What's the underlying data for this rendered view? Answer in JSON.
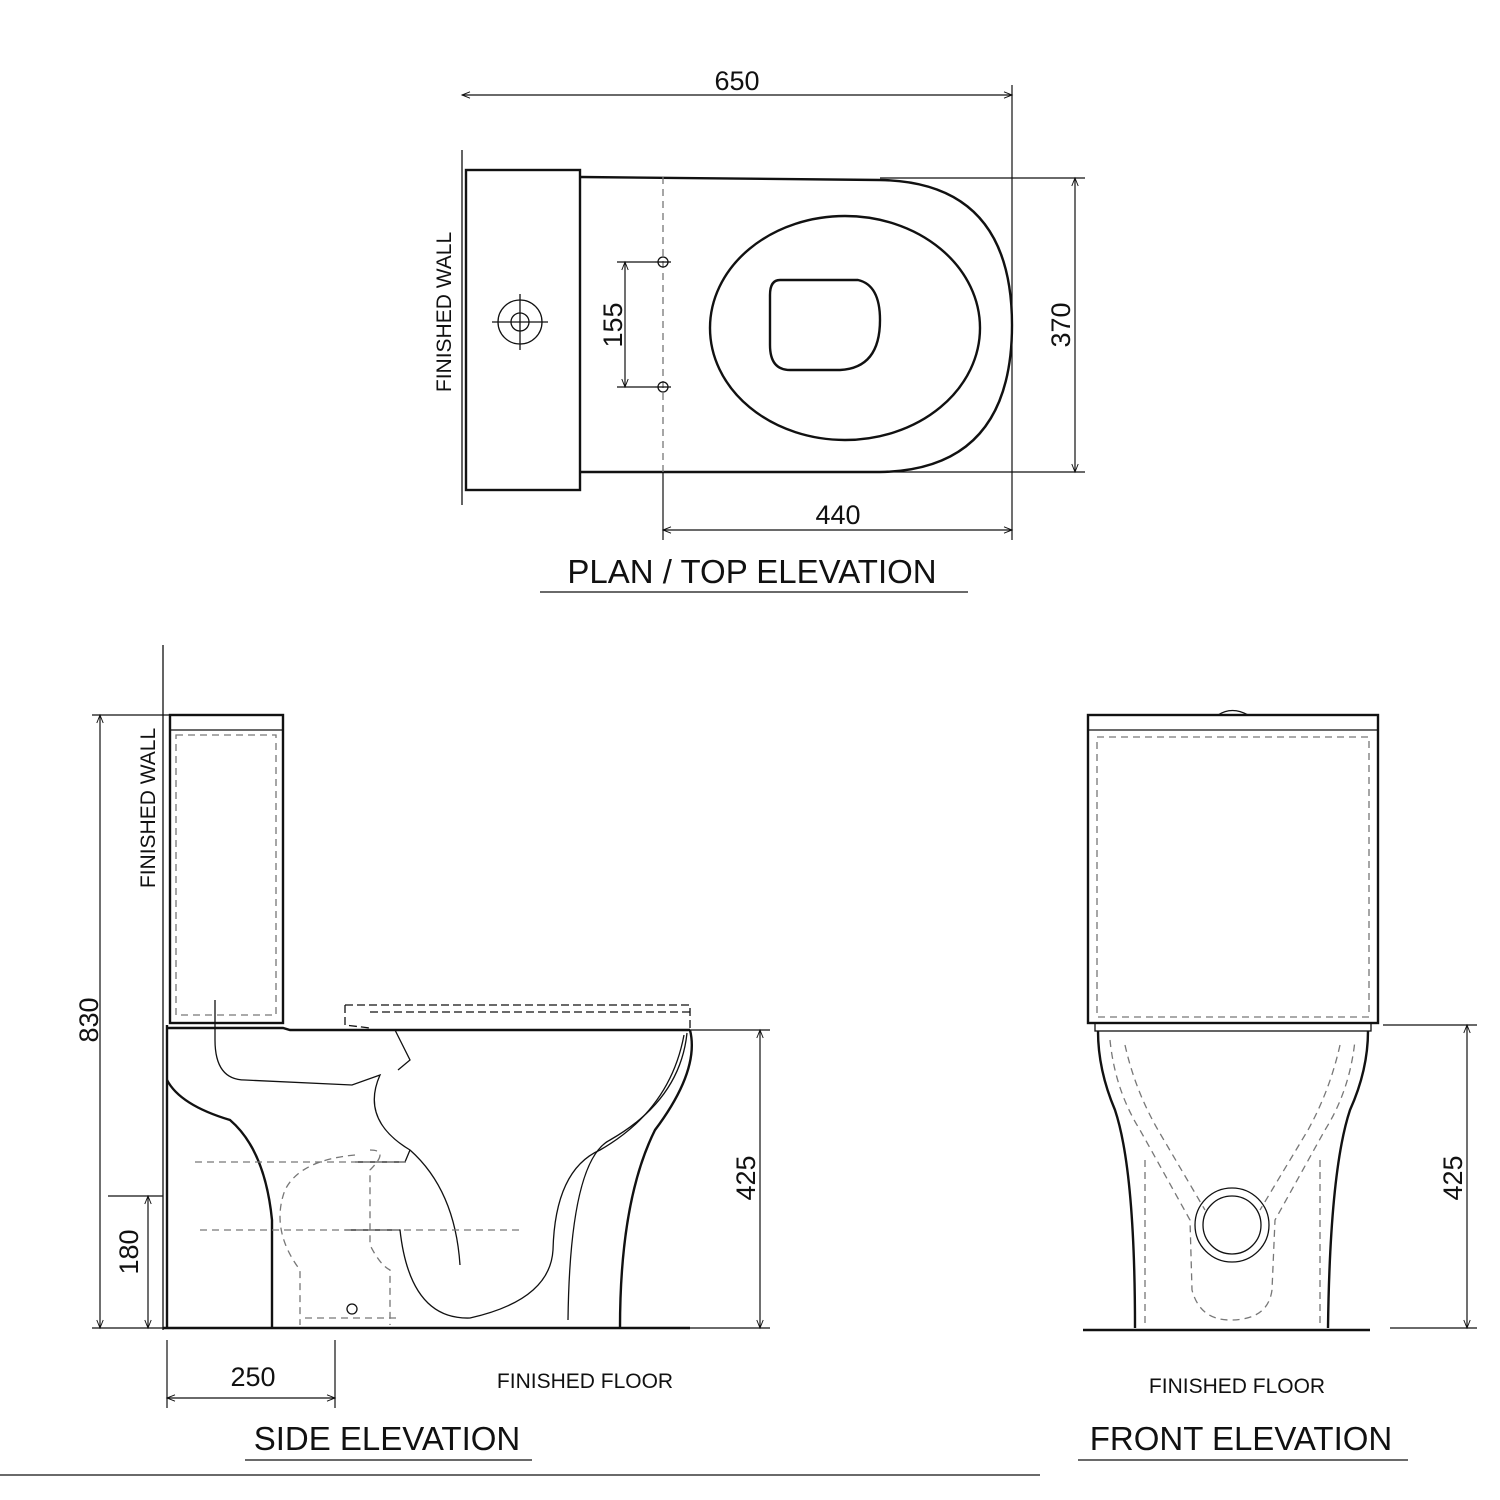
{
  "plan": {
    "title": "PLAN / TOP ELEVATION",
    "wall_label": "FINISHED WALL",
    "dims": {
      "overall_length": "650",
      "width": "370",
      "bowl_length": "440",
      "fixing_spacing": "155"
    }
  },
  "side": {
    "title": "SIDE ELEVATION",
    "wall_label": "FINISHED WALL",
    "floor_label": "FINISHED FLOOR",
    "dims": {
      "overall_height": "830",
      "outlet_height": "180",
      "seat_height": "425",
      "setout": "250"
    }
  },
  "front": {
    "title": "FRONT ELEVATION",
    "floor_label": "FINISHED FLOOR",
    "dims": {
      "seat_height": "425"
    }
  }
}
